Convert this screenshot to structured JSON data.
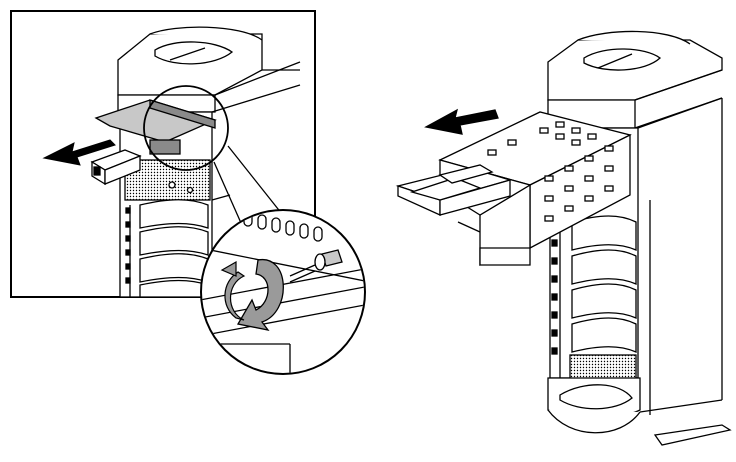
{
  "figure": {
    "panels": [
      {
        "id": "detail",
        "depicts": "tower-front-bezel-with-sliding-tray-and-thumbscrew-magnifier"
      },
      {
        "id": "overview",
        "depicts": "tower-with-drive-cage-pulled-out"
      }
    ],
    "arrows": [
      {
        "direction": "left",
        "meaning": "pull-out"
      },
      {
        "direction": "counterclockwise",
        "meaning": "loosen-thumbscrew"
      }
    ],
    "colors": {
      "ink": "#000000",
      "paper": "#ffffff",
      "shade": "#c8c8c8",
      "dark_shade": "#8a8a8a"
    }
  }
}
